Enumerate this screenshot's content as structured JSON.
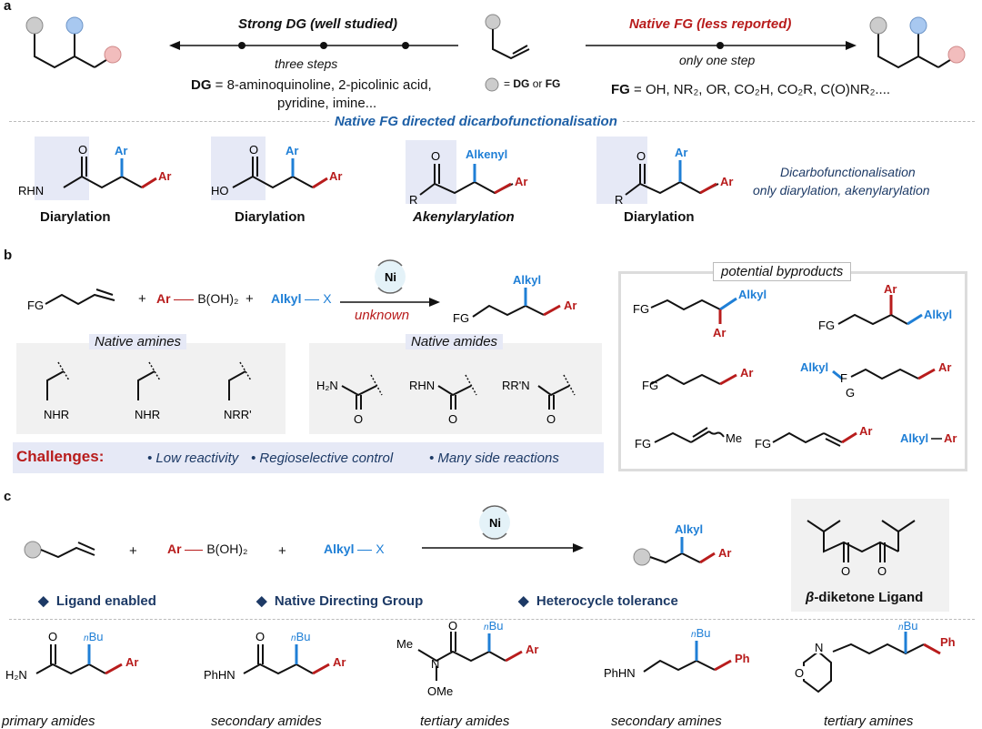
{
  "panels": {
    "a": "a",
    "b": "b",
    "c": "c"
  },
  "colors": {
    "red": "#b81c1c",
    "blue": "#1f7fd6",
    "navy": "#1d3a66",
    "highlight": "#e6e9f6",
    "box": "#f1f1f1"
  },
  "a": {
    "strong_dg_title": "Strong DG (well studied)",
    "three_steps": "three steps",
    "dg_prefix": "DG",
    "dg_def_1": " = 8-aminoquinoline, 2-picolinic acid,",
    "dg_def_2": "pyridine, imine...",
    "legend_eq": "=",
    "legend_dg": "DG",
    "legend_or": "or",
    "legend_fg": "FG",
    "native_fg_title": "Native FG (less reported)",
    "one_step": "only one step",
    "fg_prefix": "FG",
    "fg_def": " = OH, NR₂, OR, CO₂H, CO₂R, C(O)NR₂....",
    "section_title": "Native FG directed dicarbofunctionalisation",
    "items": [
      {
        "group": "RHN",
        "top": "Ar",
        "side": "Ar",
        "label": "Diarylation"
      },
      {
        "group": "HO",
        "top": "Ar",
        "side": "Ar",
        "label": "Diarylation"
      },
      {
        "group": "R",
        "top": "Alkenyl",
        "side": "Ar",
        "label": "Akenylarylation"
      },
      {
        "group": "R",
        "top": "Ar",
        "side": "Ar",
        "label": "Diarylation"
      }
    ],
    "atom_o": "O",
    "summary_1": "Dicarbofunctionalisation",
    "summary_2": "only diarylation, akenylarylation"
  },
  "b": {
    "fg": "FG",
    "plus": "+",
    "ar": "Ar",
    "boron": "B(OH)₂",
    "alkyl": "Alkyl",
    "x": "X",
    "catalyst": "Ni",
    "unknown": "unknown",
    "product_alkyl": "Alkyl",
    "product_ar": "Ar",
    "native_amines": "Native amines",
    "amines": [
      "NHR",
      "NHR",
      "NRR'"
    ],
    "native_amides": "Native amides",
    "amides": [
      {
        "n": "H₂N",
        "o": "O"
      },
      {
        "n": "RHN",
        "o": "O"
      },
      {
        "n": "RR'N",
        "o": "O"
      }
    ],
    "challenges_label": "Challenges:",
    "challenges": [
      "Low reactivity",
      "Regioselective control",
      "Many side reactions"
    ],
    "byproducts_title": "potential byproducts",
    "byproducts": {
      "fg": "FG",
      "alkyl": "Alkyl",
      "ar": "Ar",
      "f": "F",
      "g": "G",
      "me": "Me",
      "dash_pair": "Alkyl—Ar"
    }
  },
  "c": {
    "plus": "+",
    "ar": "Ar",
    "boron": "B(OH)₂",
    "alkyl": "Alkyl",
    "x": "X",
    "catalyst": "Ni",
    "product_alkyl": "Alkyl",
    "product_ar": "Ar",
    "features": [
      "Ligand enabled",
      "Native Directing Group",
      "Heterocycle tolerance"
    ],
    "bullet": "◆",
    "ligand_label": "-diketone Ligand",
    "ligand_beta": "β",
    "o": "O",
    "examples": [
      {
        "n": "H₂N",
        "end": "Ar",
        "label": "primary amides"
      },
      {
        "n": "PhHN",
        "end": "Ar",
        "label": "secondary amides"
      },
      {
        "n_me": "Me",
        "n": "N",
        "ome": "OMe",
        "end": "Ar",
        "label": "tertiary amides"
      },
      {
        "n": "PhHN",
        "end": "Ph",
        "label": "secondary amines"
      },
      {
        "n": "N",
        "o_ring": "O",
        "end": "Ph",
        "label": "tertiary amines"
      }
    ],
    "nbu_sup": "n",
    "nbu": "Bu"
  }
}
